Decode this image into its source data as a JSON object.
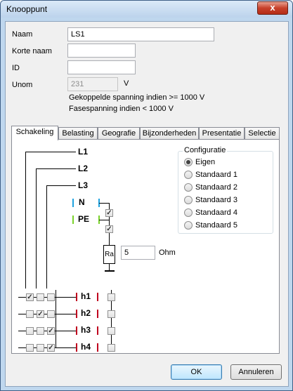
{
  "window": {
    "title": "Knooppunt",
    "close_glyph": "x"
  },
  "form": {
    "naam_label": "Naam",
    "naam_value": "LS1",
    "korte_naam_label": "Korte naam",
    "korte_naam_value": "",
    "id_label": "ID",
    "id_value": "",
    "unom_label": "Unom",
    "unom_value": "231",
    "unom_unit": "V",
    "note1": "Gekoppelde spanning indien >= 1000 V",
    "note2": "Fasespanning indien < 1000 V"
  },
  "tabs": [
    {
      "label": "Schakeling",
      "active": true
    },
    {
      "label": "Belasting"
    },
    {
      "label": "Geografie"
    },
    {
      "label": "Bijzonderheden"
    },
    {
      "label": "Presentatie"
    },
    {
      "label": "Selectie"
    }
  ],
  "schematic": {
    "phases": [
      "L1",
      "L2",
      "L3"
    ],
    "n_label": "N",
    "pe_label": "PE",
    "ra_label": "Ra",
    "ra_value": "5",
    "ra_unit": "Ohm",
    "h_labels": [
      "h1",
      "h2",
      "h3",
      "h4"
    ],
    "check_glyph": "✓",
    "colors": {
      "n_wire": "#1fa3e0",
      "pe_wire": "#7ad32b",
      "h_wire": "#c0001e"
    }
  },
  "configuratie": {
    "title": "Configuratie",
    "options": [
      "Eigen",
      "Standaard 1",
      "Standaard 2",
      "Standaard 3",
      "Standaard 4",
      "Standaard 5"
    ],
    "selected": "Eigen"
  },
  "buttons": {
    "ok": "OK",
    "cancel": "Annuleren"
  }
}
